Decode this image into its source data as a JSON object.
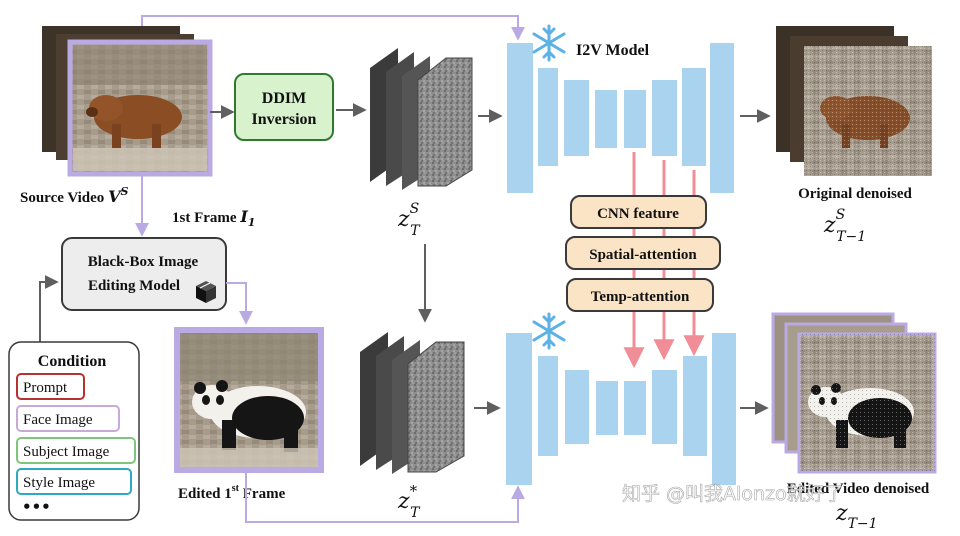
{
  "labels": {
    "source_video": "Source Video",
    "source_video_sym": "V",
    "source_video_sup": "S",
    "first_frame": "1st Frame",
    "first_frame_sym": "I",
    "first_frame_sub": "1",
    "ddim_line1": "DDIM",
    "ddim_line2": "Inversion",
    "black_box_line1": "Black-Box Image",
    "black_box_line2": "Editing Model",
    "i2v_model": "I2V Model",
    "cnn_feature": "CNN feature",
    "spatial_attention": "Spatial-attention",
    "temp_attention": "Temp-attention",
    "original_denoised": "Original denoised",
    "edited_video_denoised": "Edited Video denoised",
    "edited_first_frame_pre": "Edited 1",
    "edited_first_frame_sup": "st",
    "edited_first_frame_post": " Frame",
    "zts_base": "z",
    "zts_sup": "S",
    "zts_sub": "T",
    "zt_star_base": "z",
    "zt_star_sup": "*",
    "zt_star_sub": "T",
    "zt1s_base": "z",
    "zt1s_sup": "S",
    "zt1s_sub": "T−1",
    "zt1e_base": "z",
    "zt1e_sub": "T−1"
  },
  "condition": {
    "title": "Condition",
    "items": [
      "Prompt",
      "Face Image",
      "Subject Image",
      "Style Image"
    ],
    "ellipsis": "•••"
  },
  "watermark": "知乎 @叫我Alonzo就好了",
  "colors": {
    "frame_border": "#b9aae3",
    "ddim_fill": "#d7f2cc",
    "ddim_stroke": "#2f7a2f",
    "unet_block": "#a9d3ef",
    "feature_fill": "#fbe4c6",
    "feature_stroke": "#3a3a3a",
    "pink_arrow": "#f08d97",
    "gray_arrow": "#5f5f5f",
    "prompt_border": "#b5322f",
    "face_border": "#c8a9d9",
    "subject_border": "#7ec77a",
    "style_border": "#2ea9c1"
  }
}
